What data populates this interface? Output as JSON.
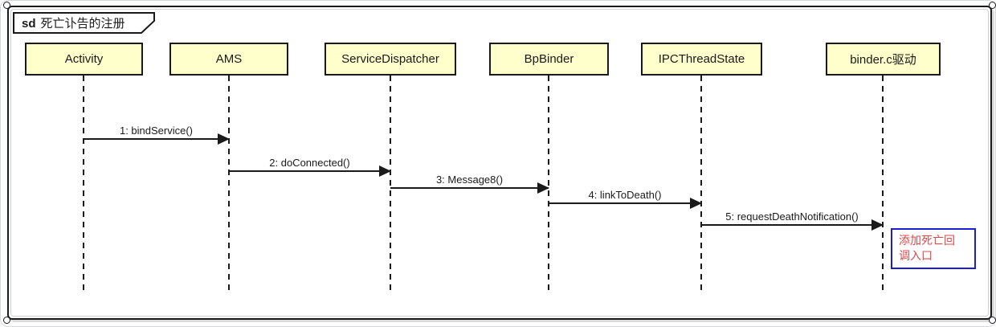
{
  "frame": {
    "keyword": "sd",
    "title": "死亡讣告的注册"
  },
  "lifelines": [
    {
      "label": "Activity"
    },
    {
      "label": "AMS"
    },
    {
      "label": "ServiceDispatcher"
    },
    {
      "label": "BpBinder"
    },
    {
      "label": "IPCThreadState"
    },
    {
      "label": "binder.c驱动"
    }
  ],
  "messages": [
    {
      "label": "1: bindService()",
      "from": "Activity",
      "to": "AMS"
    },
    {
      "label": "2: doConnected()",
      "from": "AMS",
      "to": "ServiceDispatcher"
    },
    {
      "label": "3: Message8()",
      "from": "ServiceDispatcher",
      "to": "BpBinder"
    },
    {
      "label": "4: linkToDeath()",
      "from": "BpBinder",
      "to": "IPCThreadState"
    },
    {
      "label": "5: requestDeathNotification()",
      "from": "IPCThreadState",
      "to": "binder.c驱动"
    }
  ],
  "note": {
    "text": "添加死亡回调入口",
    "attached_to": "binder.c驱动"
  },
  "colors": {
    "lifeline_fill": "#ffffcc",
    "line": "#1a1a1a",
    "note_border": "#1c1cd2",
    "note_text": "#e04848"
  }
}
